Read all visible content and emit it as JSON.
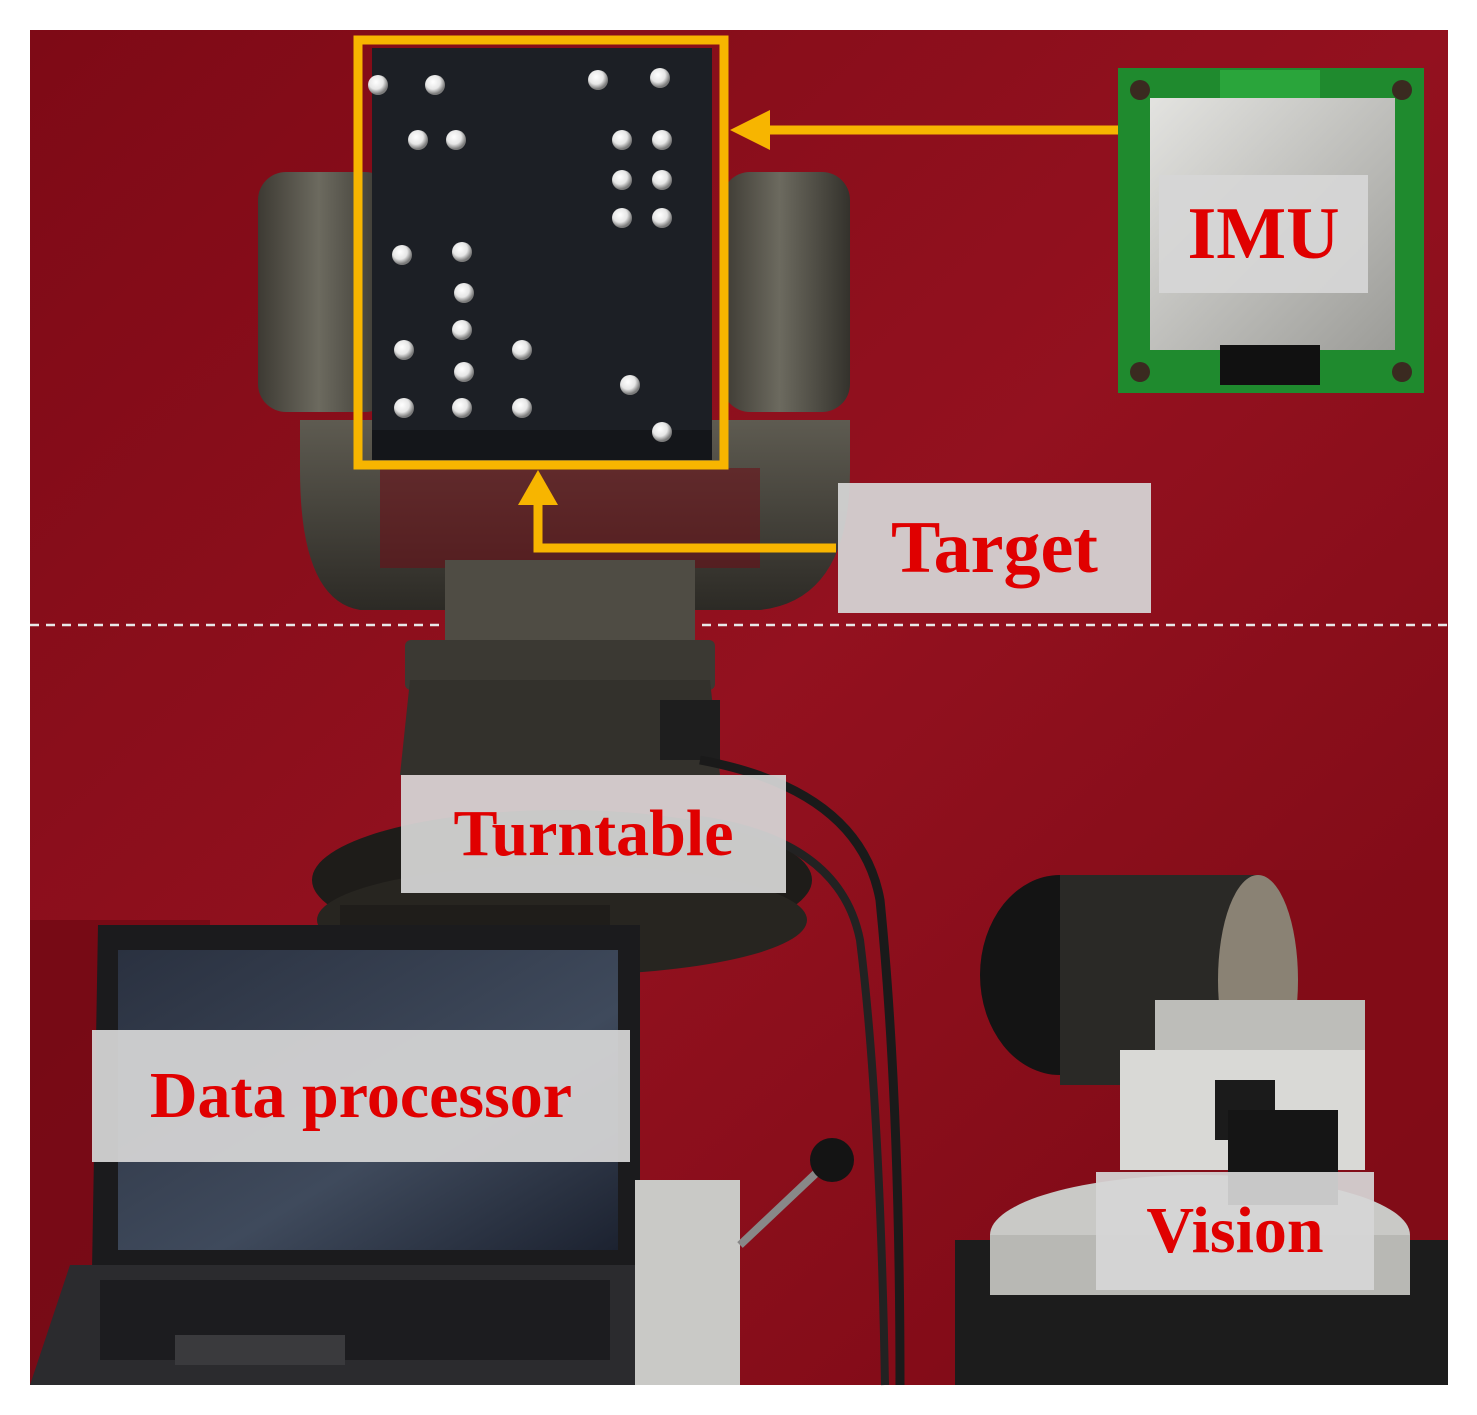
{
  "labels": {
    "imu": "IMU",
    "target": "Target",
    "turntable": "Turntable",
    "data_processor": "Data processor",
    "vision": "Vision"
  },
  "colors": {
    "background_cloth": "#8a0d1a",
    "highlight_frame": "#f7b500",
    "label_text": "#e00000",
    "label_box": "#d6d6d6"
  },
  "icons": {
    "arrows": "arrow-icon"
  }
}
